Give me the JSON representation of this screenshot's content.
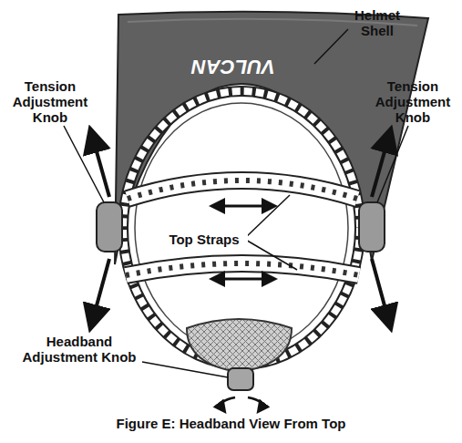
{
  "diagram": {
    "caption": "Figure E: Headband View From Top",
    "labels": [
      "Helmet Shell",
      "Tension Adjustment Knob",
      "Tension Adjustment Knob",
      "Top Straps",
      "Headband Adjustment Knob",
      "VULCAN"
    ]
  }
}
